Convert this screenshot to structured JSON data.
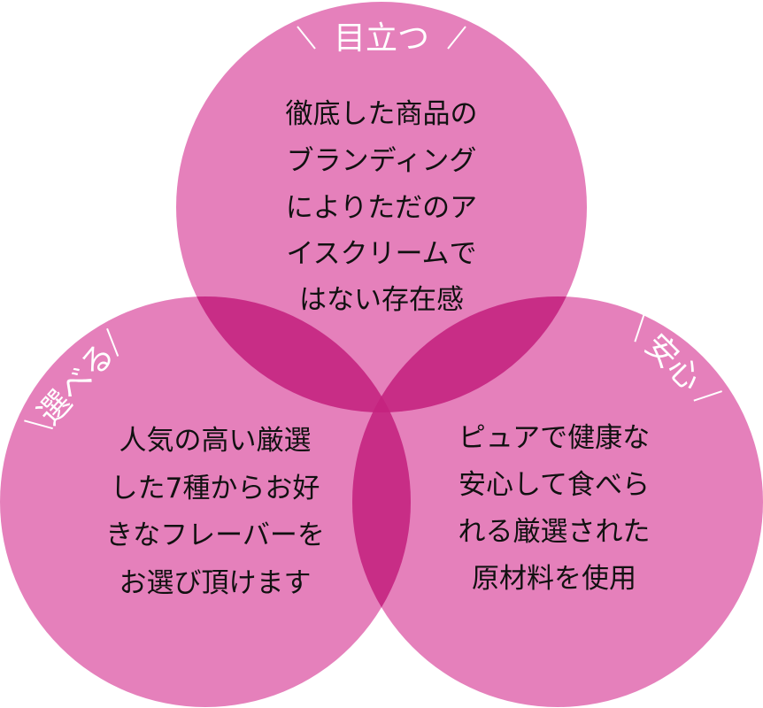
{
  "colors": {
    "circle_fill": "#de5ca8",
    "overlap_fill": "#c4237f",
    "tag_color": "#ffffff",
    "text_color": "#111111"
  },
  "circles": [
    {
      "id": "top",
      "tag": "目立つ",
      "lines": [
        "徹底した商品の",
        "ブランディング",
        "によりただのア",
        "イスクリームで",
        "はない存在感"
      ]
    },
    {
      "id": "left",
      "tag": "選べる",
      "lines": [
        "人気の高い厳選",
        "した7種からお好",
        "きなフレーバーを",
        "お選び頂けます"
      ]
    },
    {
      "id": "right",
      "tag": "安心",
      "lines": [
        "ピュアで健康な",
        "安心して食べら",
        "れる厳選された",
        "原材料を使用"
      ]
    }
  ]
}
